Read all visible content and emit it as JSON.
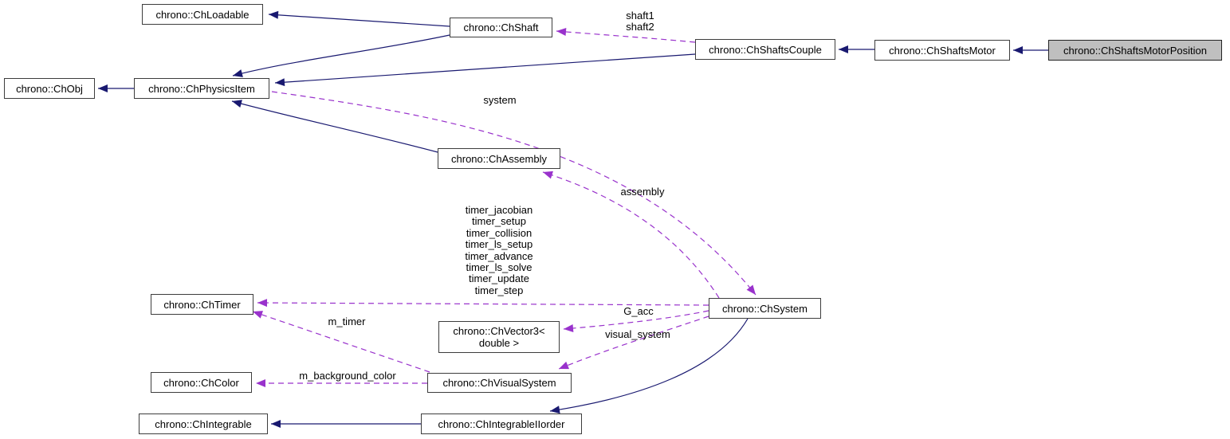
{
  "diagram": {
    "kind": "doxygen-collaboration-graph",
    "highlighted_node": "chrono::ChShaftsMotorPosition",
    "colors": {
      "inheritance_edge": "#191970",
      "usage_edge": "#9932cc",
      "node_border": "#3d3d3d",
      "highlight_node_fill": "#bfbfbf",
      "node_fill": "#ffffff",
      "text": "#000000",
      "background": "#ffffff"
    },
    "nodes": {
      "ch_loadable": {
        "label": "chrono::ChLoadable"
      },
      "ch_shaft": {
        "label": "chrono::ChShaft"
      },
      "ch_shafts_couple": {
        "label": "chrono::ChShaftsCouple"
      },
      "ch_shafts_motor": {
        "label": "chrono::ChShaftsMotor"
      },
      "ch_shafts_motor_position": {
        "label": "chrono::ChShaftsMotorPosition"
      },
      "ch_obj": {
        "label": "chrono::ChObj"
      },
      "ch_physics_item": {
        "label": "chrono::ChPhysicsItem"
      },
      "ch_assembly": {
        "label": "chrono::ChAssembly"
      },
      "ch_timer": {
        "label": "chrono::ChTimer"
      },
      "ch_vector3": {
        "lines": [
          "chrono::ChVector3<",
          "double >"
        ]
      },
      "ch_system": {
        "label": "chrono::ChSystem"
      },
      "ch_color": {
        "label": "chrono::ChColor"
      },
      "ch_visual_system": {
        "label": "chrono::ChVisualSystem"
      },
      "ch_integrable": {
        "label": "chrono::ChIntegrable"
      },
      "ch_integrable_iiorder": {
        "label": "chrono::ChIntegrableIIorder"
      }
    },
    "edge_labels": {
      "shafts": {
        "lines": [
          "shaft1",
          "shaft2"
        ]
      },
      "system": {
        "text": "system"
      },
      "assembly": {
        "text": "assembly"
      },
      "timers": {
        "lines": [
          "timer_jacobian",
          "timer_setup",
          "timer_collision",
          "timer_ls_setup",
          "timer_advance",
          "timer_ls_solve",
          "timer_update",
          "timer_step"
        ]
      },
      "m_timer": {
        "text": "m_timer"
      },
      "g_acc": {
        "text": "G_acc"
      },
      "visual_system": {
        "text": "visual_system"
      },
      "m_background_color": {
        "text": "m_background_color"
      }
    },
    "edges": [
      {
        "from": "chrono::ChShaft",
        "to": "chrono::ChLoadable",
        "type": "inheritance"
      },
      {
        "from": "chrono::ChShaft",
        "to": "chrono::ChPhysicsItem",
        "type": "inheritance"
      },
      {
        "from": "chrono::ChShaftsCouple",
        "to": "chrono::ChPhysicsItem",
        "type": "inheritance"
      },
      {
        "from": "chrono::ChShaftsMotor",
        "to": "chrono::ChShaftsCouple",
        "type": "inheritance"
      },
      {
        "from": "chrono::ChShaftsMotorPosition",
        "to": "chrono::ChShaftsMotor",
        "type": "inheritance"
      },
      {
        "from": "chrono::ChPhysicsItem",
        "to": "chrono::ChObj",
        "type": "inheritance"
      },
      {
        "from": "chrono::ChAssembly",
        "to": "chrono::ChPhysicsItem",
        "type": "inheritance"
      },
      {
        "from": "chrono::ChIntegrableIIorder",
        "to": "chrono::ChIntegrable",
        "type": "inheritance"
      },
      {
        "from": "chrono::ChSystem",
        "to": "chrono::ChIntegrableIIorder",
        "type": "inheritance"
      },
      {
        "from": "chrono::ChShaftsCouple",
        "to": "chrono::ChShaft",
        "type": "usage",
        "label": "shaft1\nshaft2"
      },
      {
        "from": "chrono::ChPhysicsItem",
        "to": "chrono::ChSystem",
        "type": "usage",
        "label": "system"
      },
      {
        "from": "chrono::ChSystem",
        "to": "chrono::ChAssembly",
        "type": "usage",
        "label": "assembly"
      },
      {
        "from": "chrono::ChSystem",
        "to": "chrono::ChTimer",
        "type": "usage",
        "label": "timer_jacobian timer_setup timer_collision timer_ls_setup timer_advance timer_ls_solve timer_update timer_step"
      },
      {
        "from": "chrono::ChSystem",
        "to": "chrono::ChVector3< double >",
        "type": "usage",
        "label": "G_acc"
      },
      {
        "from": "chrono::ChSystem",
        "to": "chrono::ChVisualSystem",
        "type": "usage",
        "label": "visual_system"
      },
      {
        "from": "chrono::ChVisualSystem",
        "to": "chrono::ChTimer",
        "type": "usage",
        "label": "m_timer"
      },
      {
        "from": "chrono::ChVisualSystem",
        "to": "chrono::ChColor",
        "type": "usage",
        "label": "m_background_color"
      }
    ]
  }
}
